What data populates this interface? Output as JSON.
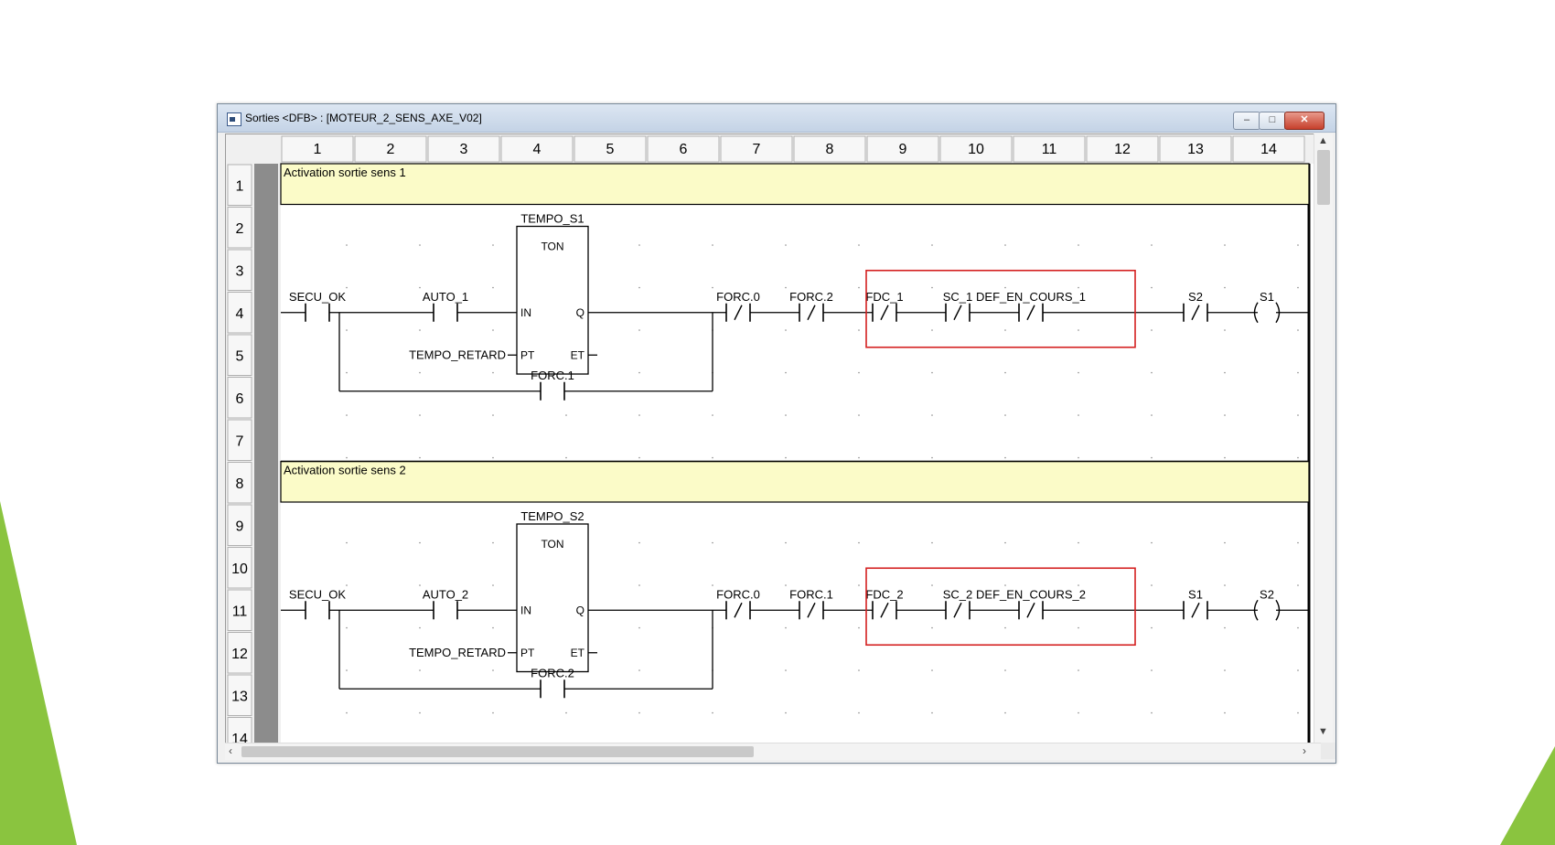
{
  "window": {
    "title": "Sorties <DFB> : [MOTEUR_2_SENS_AXE_V02]"
  },
  "controls": {
    "minimize": "–",
    "maximize": "□",
    "close": "✕"
  },
  "grid": {
    "columns": [
      "1",
      "2",
      "3",
      "4",
      "5",
      "6",
      "7",
      "8",
      "9",
      "10",
      "11",
      "12",
      "13",
      "14"
    ],
    "rows": [
      "1",
      "2",
      "3",
      "4",
      "5",
      "6",
      "7",
      "8",
      "9",
      "10",
      "11",
      "12",
      "13",
      "14"
    ]
  },
  "colors": {
    "comment_bg": "#fbfbc8",
    "highlight": "#d42020",
    "accent_triangle": "#8ac43f"
  },
  "rungs": [
    {
      "comment": "Activation sortie sens 1",
      "timer_name": "TEMPO_S1",
      "timer_type": "TON",
      "pin_in": "IN",
      "pin_pt": "PT",
      "pin_q": "Q",
      "pin_et": "ET",
      "pt_input": "TEMPO_RETARD",
      "contact_secu": "SECU_OK",
      "contact_auto": "AUTO_1",
      "contact_bypass": "FORC.1",
      "contact_forc_a": "FORC.0",
      "contact_forc_b": "FORC.2",
      "contact_fdc": "FDC_1",
      "contact_sc": "SC_1",
      "contact_def": "DEF_EN_COURS_1",
      "contact_interlock": "S2",
      "coil": "S1"
    },
    {
      "comment": "Activation sortie sens 2",
      "timer_name": "TEMPO_S2",
      "timer_type": "TON",
      "pin_in": "IN",
      "pin_pt": "PT",
      "pin_q": "Q",
      "pin_et": "ET",
      "pt_input": "TEMPO_RETARD",
      "contact_secu": "SECU_OK",
      "contact_auto": "AUTO_2",
      "contact_bypass": "FORC.2",
      "contact_forc_a": "FORC.0",
      "contact_forc_b": "FORC.1",
      "contact_fdc": "FDC_2",
      "contact_sc": "SC_2",
      "contact_def": "DEF_EN_COURS_2",
      "contact_interlock": "S1",
      "coil": "S2"
    }
  ]
}
